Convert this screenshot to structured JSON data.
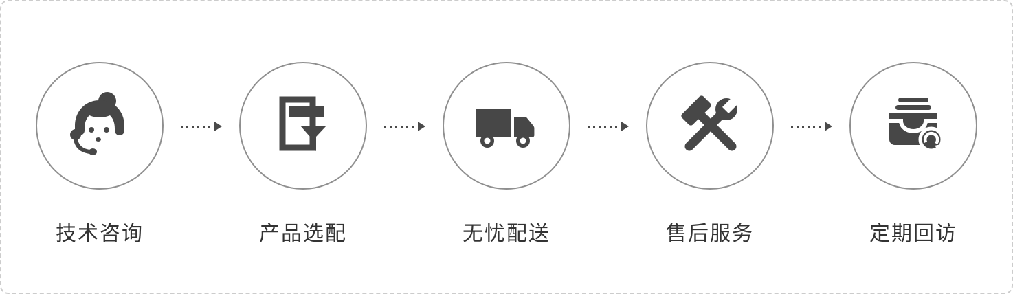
{
  "colors": {
    "icon": "#474747",
    "circle_border": "#8f8f8f",
    "arrow": "#4a4a4a",
    "label": "#333333",
    "frame_border": "#cccccc",
    "background": "#ffffff"
  },
  "steps": [
    {
      "label": "技术咨询",
      "icon": "customer-service-icon"
    },
    {
      "label": "产品选配",
      "icon": "document-filter-icon"
    },
    {
      "label": "无忧配送",
      "icon": "delivery-truck-icon"
    },
    {
      "label": "售后服务",
      "icon": "tools-icon"
    },
    {
      "label": "定期回访",
      "icon": "inbox-refresh-icon"
    }
  ]
}
